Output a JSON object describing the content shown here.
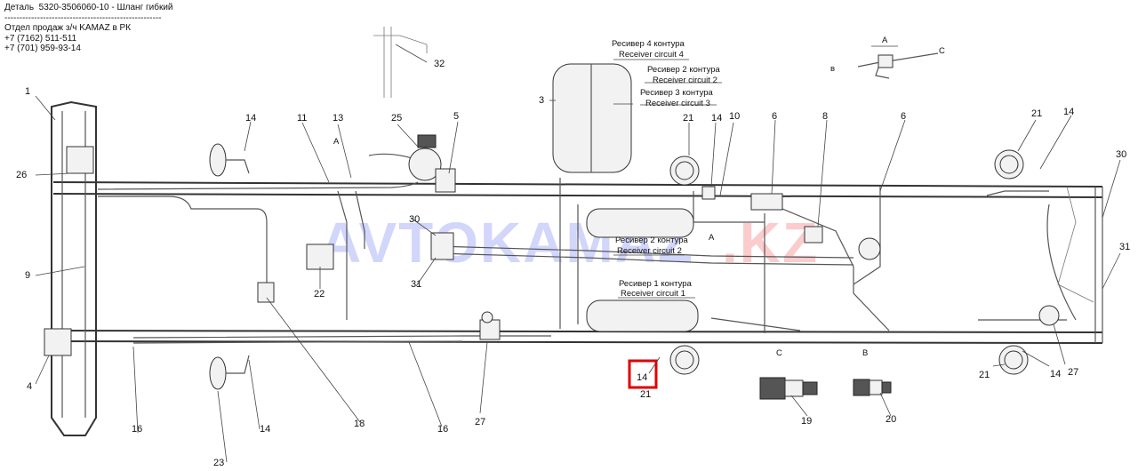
{
  "header": {
    "detail": "Деталь  5320-3506060-10 - Шланг гибкий",
    "separator": "-----------------------------------------------------",
    "sales_dept": "Отдел продаж з/ч KAMAZ в РК",
    "phone1": "+7 (7162) 511-511",
    "phone2": "+7 (701) 959-93-14"
  },
  "watermark": {
    "main": "AVTOKAMAZ",
    "suffix": ".KZ"
  },
  "receivers": {
    "r4_ru": "Ресивер 4 контура",
    "r4_en": "Receiver circuit 4",
    "r2_ru": "Ресивер 2 контура",
    "r2_en": "Receiver circuit 2",
    "r3_ru": "Ресивер 3 контура",
    "r3_en": "Receiver circuit 3",
    "r2b_ru": "Ресивер 2 контура",
    "r2b_en": "Receiver circuit 2",
    "r1_ru": "Ресивер 1 контура",
    "r1_en": "Receiver circuit 1"
  },
  "view_letters": {
    "a_top": "А",
    "a_left": "А",
    "a_mid": "А",
    "b_top": "в",
    "c_top": "С",
    "c_bottom": "С",
    "b_bottom": "В"
  },
  "callouts": {
    "n1": "1",
    "n26": "26",
    "n9": "9",
    "n4": "4",
    "n16a": "16",
    "n23": "23",
    "n14a": "14",
    "n11": "11",
    "n13": "13",
    "n25": "25",
    "n5": "5",
    "n32": "32",
    "n3": "3",
    "n30a": "30",
    "n22": "22",
    "n31a": "31",
    "n18": "18",
    "n14b": "14",
    "n16b": "16",
    "n27a": "27",
    "n21a": "21",
    "n14c": "14",
    "n10": "10",
    "n6a": "6",
    "n8": "8",
    "n6b": "6",
    "n21b": "21",
    "n14d": "14",
    "n30b": "30",
    "n31b": "31",
    "n21c": "21",
    "n14e": "14",
    "n27b": "27",
    "n19": "19",
    "n20": "20",
    "n14sel": "14",
    "n21sel": "21"
  },
  "highlight_color": "#e00000"
}
